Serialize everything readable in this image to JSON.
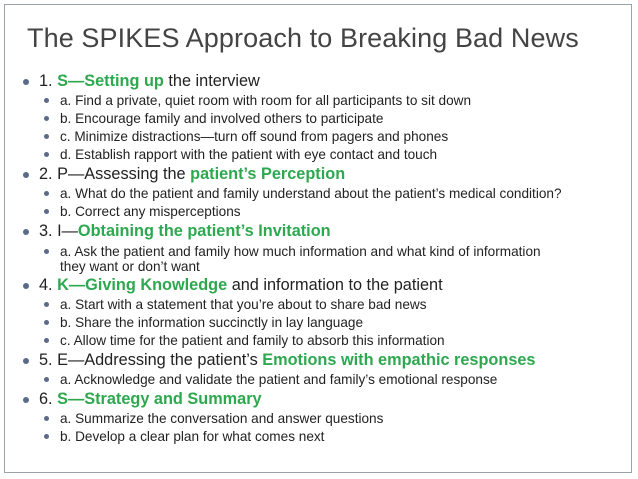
{
  "title": "The SPIKES Approach to Breaking Bad News",
  "colors": {
    "highlight": "#2ea84f",
    "bullet": "#5b6a86",
    "title": "#444444",
    "frame": "#9aa3a8"
  },
  "sections": [
    {
      "num": "1. ",
      "hl1": "S—Setting up",
      "mid": " the interview",
      "hl2": "",
      "post": "",
      "items": [
        "a. Find a private, quiet room with room for all participants to sit down",
        "b. Encourage family and involved others to participate",
        "c. Minimize distractions—turn off sound from pagers and phones",
        "d. Establish rapport with the patient with eye contact and touch"
      ]
    },
    {
      "num": "2. ",
      "hl1": "",
      "mid": "P—Assessing the ",
      "hl2": "patient’s Perception",
      "post": "",
      "items": [
        "a. What do the patient and family understand about the patient’s medical condition?",
        "b. Correct any misperceptions"
      ]
    },
    {
      "num": "3. ",
      "hl1": "",
      "mid": "I—",
      "hl2": "Obtaining the patient’s Invitation",
      "post": "",
      "items": [
        "a. Ask the patient and family how much information and what kind of information they want or don’t want"
      ]
    },
    {
      "num": "4. ",
      "hl1": "K—Giving Knowledge",
      "mid": " and information to the patient",
      "hl2": "",
      "post": "",
      "items": [
        "a. Start with a statement that you’re about to share bad news",
        "b. Share the information succinctly in lay language",
        "c. Allow time for the patient and family to absorb this information"
      ]
    },
    {
      "num": "5. ",
      "hl1": "",
      "mid": "E—Addressing the patient’s ",
      "hl2": "Emotions with empathic responses",
      "post": "",
      "items": [
        "a. Acknowledge and validate the patient and family’s emotional response"
      ]
    },
    {
      "num": "6. ",
      "hl1": "S—Strategy and Summary",
      "mid": "",
      "hl2": "",
      "post": "",
      "items": [
        "a. Summarize the conversation and answer questions",
        "b. Develop a clear plan for what comes next"
      ]
    }
  ]
}
